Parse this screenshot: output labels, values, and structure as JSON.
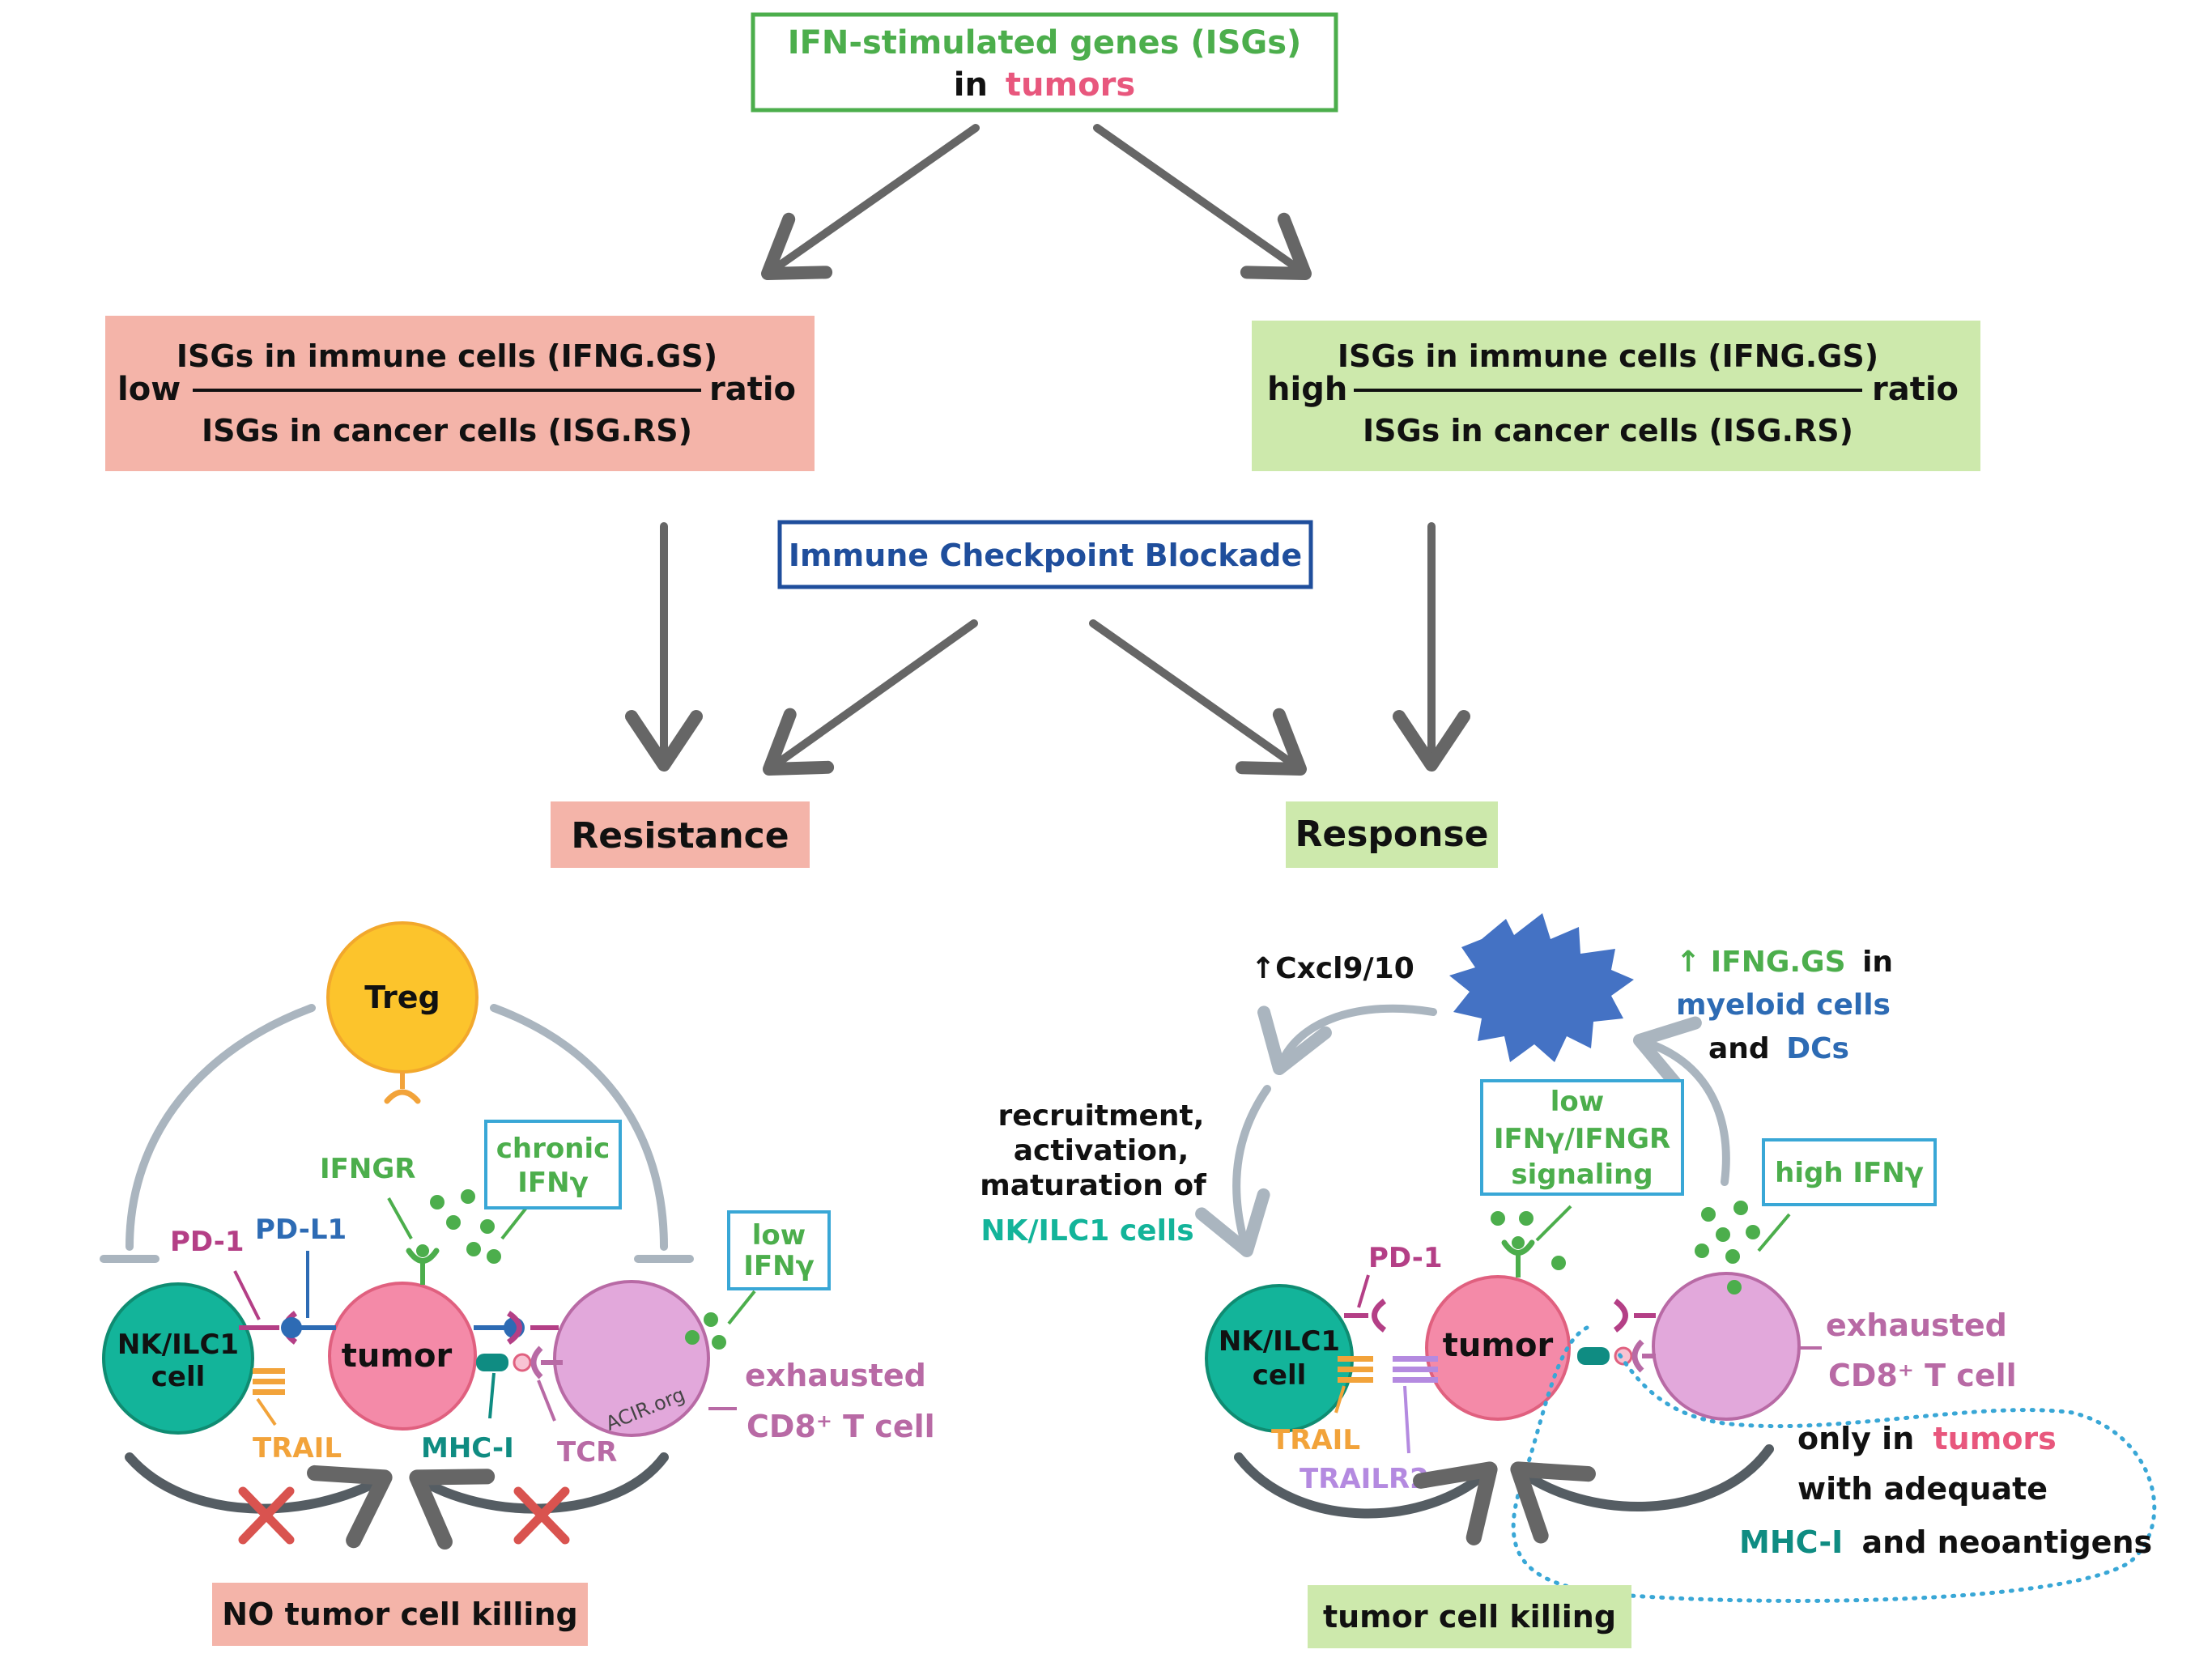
{
  "colors": {
    "green_text": "#4cae4c",
    "pink_text": "#e8577d",
    "blue_text": "#1f4e9c",
    "red_box": "#f4b4a9",
    "green_box": "#cde9ac",
    "arrow_gray": "#666666",
    "inhibit_gray": "#aab5bf",
    "nk_cell": "#13b49a",
    "tumor_cell": "#f48aa8",
    "cd8_cell": "#e2a8db",
    "treg_cell": "#fcc42c",
    "dc_cell": "#4472c4",
    "cyan_box": "#39a7d6",
    "magenta_text": "#b43f86",
    "purple_text": "#b86aa5",
    "teal_text": "#0f8c82",
    "orange_text": "#f2a33a",
    "lavender_text": "#b48ae0",
    "red_x": "#d9534f"
  },
  "top_box": {
    "line1": "IFN-stimulated genes (ISGs)",
    "line2_prefix": "in",
    "line2_highlight": "tumors"
  },
  "low_ratio": {
    "prefix": "low",
    "numerator": "ISGs in immune cells (IFNG.GS)",
    "denominator": "ISGs in cancer cells (ISG.RS)",
    "suffix": "ratio"
  },
  "high_ratio": {
    "prefix": "high",
    "numerator": "ISGs in immune cells (IFNG.GS)",
    "denominator": "ISGs in cancer cells (ISG.RS)",
    "suffix": "ratio"
  },
  "icb_box": "Immune Checkpoint Blockade",
  "outcomes": {
    "resistance": "Resistance",
    "response": "Response"
  },
  "left_panel": {
    "treg": "Treg",
    "nk_line1": "NK/ILC1",
    "nk_line2": "cell",
    "tumor": "tumor",
    "pd1": "PD-1",
    "pdl1": "PD-L1",
    "ifngr": "IFNGR",
    "chronic_line1": "chronic",
    "chronic_line2": "IFNγ",
    "low_line1": "low",
    "low_line2": "IFNγ",
    "exhausted_line1": "exhausted",
    "exhausted_line2": "CD8⁺ T cell",
    "trail": "TRAIL",
    "mhc": "MHC-I",
    "tcr": "TCR",
    "watermark": "ACIR.org",
    "footer": "NO tumor cell killing"
  },
  "right_panel": {
    "cxcl": "↑Cxcl9/10",
    "ifng_gs_arrow": "↑",
    "ifng_gs": "IFNG.GS",
    "ifng_gs_in": "in",
    "myeloid": "myeloid cells",
    "and": "and",
    "dcs": "DCs",
    "recruit_line1": "recruitment,",
    "recruit_line2": "activation,",
    "recruit_line3": "maturation of",
    "recruit_line4": "NK/ILC1 cells",
    "low_sig_line1": "low",
    "low_sig_line2": "IFNγ/IFNGR",
    "low_sig_line3": "signaling",
    "high_ifng": "high IFNγ",
    "pd1": "PD-1",
    "nk_line1": "NK/ILC1",
    "nk_line2": "cell",
    "tumor": "tumor",
    "exhausted_line1": "exhausted",
    "exhausted_line2": "CD8⁺ T cell",
    "trail": "TRAIL",
    "trailr2": "TRAILR2",
    "only_line1_prefix": "only in",
    "only_line1_highlight": "tumors",
    "only_line2": "with adequate",
    "only_line3_highlight": "MHC-I",
    "only_line3_suffix": "and neoantigens",
    "footer": "tumor cell killing"
  }
}
